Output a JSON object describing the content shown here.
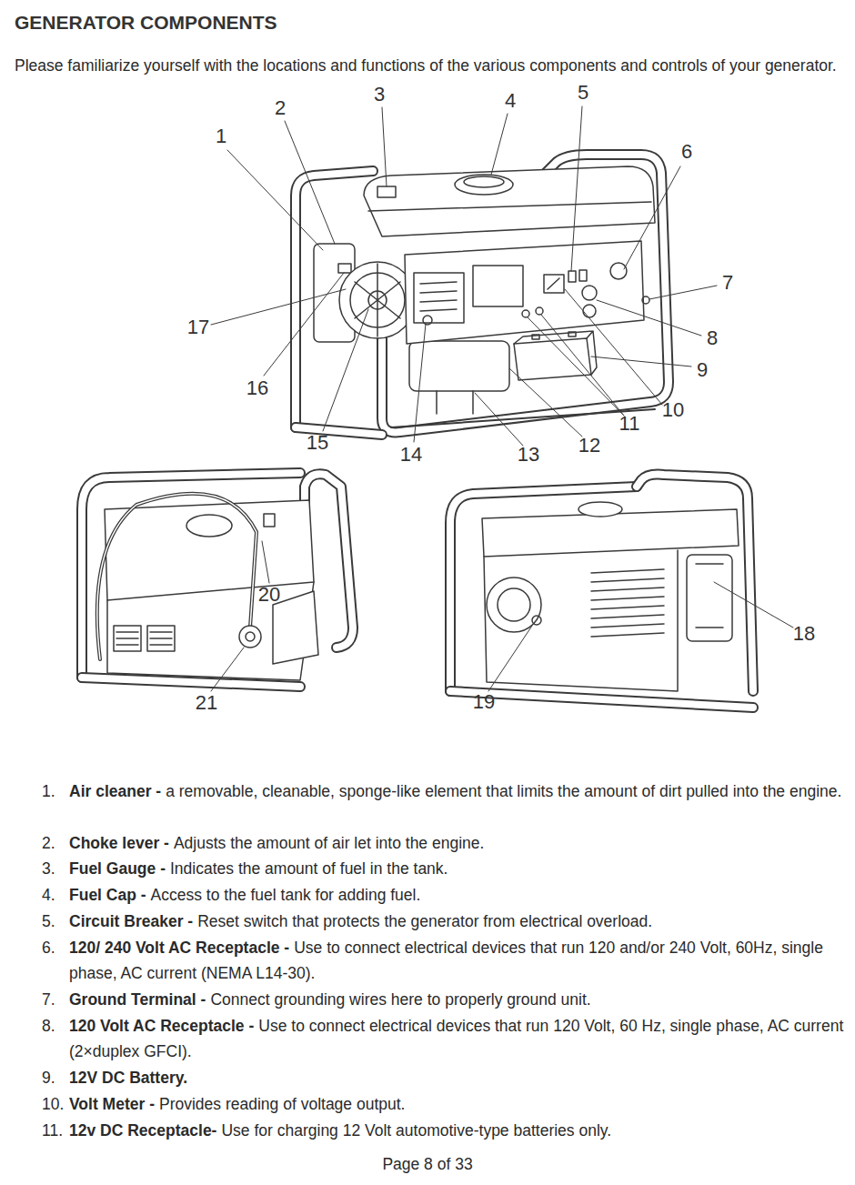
{
  "diagram": {
    "title": "GENERATOR COMPONENTS",
    "labels": [
      "Please familiarize yourself with the locations and functions of the various components and controls of your generator.",
      "1",
      "2",
      "3",
      "4",
      "5",
      "6",
      "7",
      "8",
      "9",
      "10",
      "11",
      "12",
      "13",
      "14",
      "15",
      "16",
      "17",
      "18",
      "19",
      "20",
      "21",
      "1.",
      "Air cleaner -",
      "a removable, cleanable, sponge-like element that limits the amount of dirt pulled into the engine.",
      "2.",
      "Choke lever -",
      "Adjusts the amount of air let into the engine.",
      "3.",
      "Fuel Gauge -",
      "Indicates the amount of fuel in the tank.",
      "4.",
      "Fuel Cap -",
      "Access to the fuel tank for adding fuel.",
      "5.",
      "Circuit Breaker -",
      "Reset switch that protects the generator from electrical overload.",
      "6.",
      "120/ 240 Volt AC Receptacle -",
      "Use to connect electrical devices that run 120 and/or 240 Volt, 60Hz, single phase, AC current (NEMA L14-30).",
      "7.",
      "Ground Terminal -",
      "Connect grounding wires here to properly ground unit.",
      "8.",
      "120 Volt AC Receptacle -",
      "Use to connect electrical devices that run 120 Volt, 60 Hz, single phase, AC current (2×duplex GFCI).",
      "9.",
      "12V DC Battery.",
      "10.",
      "Volt Meter -",
      "Provides reading of voltage output.",
      "11.",
      "12v DC Receptacle-",
      "Use for charging 12 Volt automotive-type batteries only.",
      "Page 8 of 33"
    ]
  }
}
